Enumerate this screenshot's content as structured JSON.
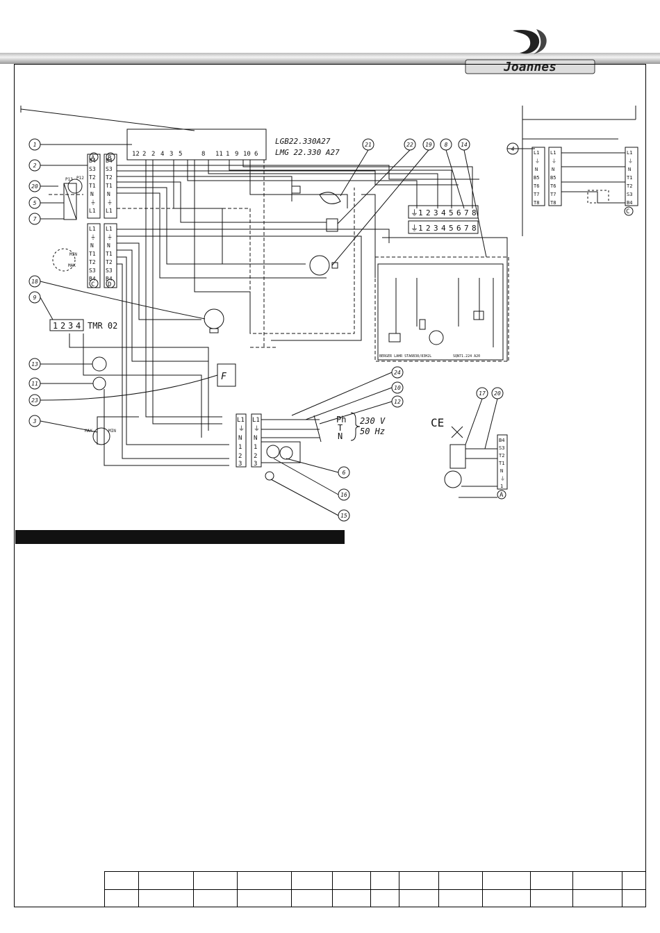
{
  "header": {
    "brand": "Joannes"
  },
  "controller": {
    "model_1": "LGB22.330A27",
    "model_2": "LMG 22.330 A27",
    "terminals_top": [
      "12",
      "2",
      "2",
      "4",
      "3",
      "5",
      "8",
      "11",
      "1",
      "9",
      "10",
      "6"
    ]
  },
  "connectors": {
    "A": {
      "label": "A",
      "pins": [
        "B4",
        "S3",
        "T2",
        "T1",
        "N",
        "⏚",
        "L1"
      ]
    },
    "B": {
      "label": "B",
      "pins": [
        "B4",
        "S3",
        "T2",
        "T1",
        "N",
        "⏚",
        "L1"
      ]
    },
    "C": {
      "label": "C",
      "pins": [
        "L1",
        "⏚",
        "N",
        "T1",
        "T2",
        "S3",
        "B4"
      ]
    },
    "D": {
      "label": "D",
      "pins": [
        "L1",
        "⏚",
        "N",
        "T1",
        "T2",
        "S3",
        "B4"
      ]
    },
    "C_right": {
      "label": "C",
      "left_pins": [
        "L1",
        "⏚",
        "N",
        "B5",
        "T6",
        "T7",
        "T8"
      ],
      "mid_pins": [
        "L1",
        "⏚",
        "N",
        "B5",
        "T6",
        "T7",
        "T8"
      ],
      "right_pins": [
        "L1",
        "⏚",
        "N",
        "T1",
        "T2",
        "S3",
        "B4"
      ]
    },
    "A_small": {
      "label": "A",
      "pins": [
        "B4",
        "S3",
        "T2",
        "T1",
        "N",
        "⏚",
        "1"
      ]
    }
  },
  "terminal_strip": {
    "row": [
      "⏚",
      "1",
      "2",
      "3",
      "4",
      "5",
      "6",
      "7",
      "8"
    ]
  },
  "timer": {
    "digits": [
      "1",
      "2",
      "3",
      "4"
    ],
    "label": "TMR 02"
  },
  "supply": {
    "terminals": [
      "L1",
      "⏚",
      "N",
      "1",
      "2",
      "3"
    ],
    "phases": [
      "Ph",
      "T",
      "N"
    ],
    "voltage": "230 V",
    "frequency": "50 Hz"
  },
  "callouts": {
    "left": [
      "1",
      "2",
      "20",
      "5",
      "7",
      "18",
      "9",
      "13",
      "11",
      "23",
      "3"
    ],
    "top": [
      "21",
      "22",
      "19",
      "8",
      "14",
      "4"
    ],
    "right": [
      "24",
      "10",
      "12",
      "6",
      "16",
      "15"
    ],
    "small": [
      "17",
      "20"
    ]
  },
  "labels": {
    "ce": "CE",
    "min": "MIN",
    "max": "MAX",
    "f": "F",
    "p13": "P13",
    "p12": "P12",
    "relay_legend_1": "BERGER LAHR STA6B38/83H2L",
    "relay_legend_2": "SQN71.224 A20"
  }
}
